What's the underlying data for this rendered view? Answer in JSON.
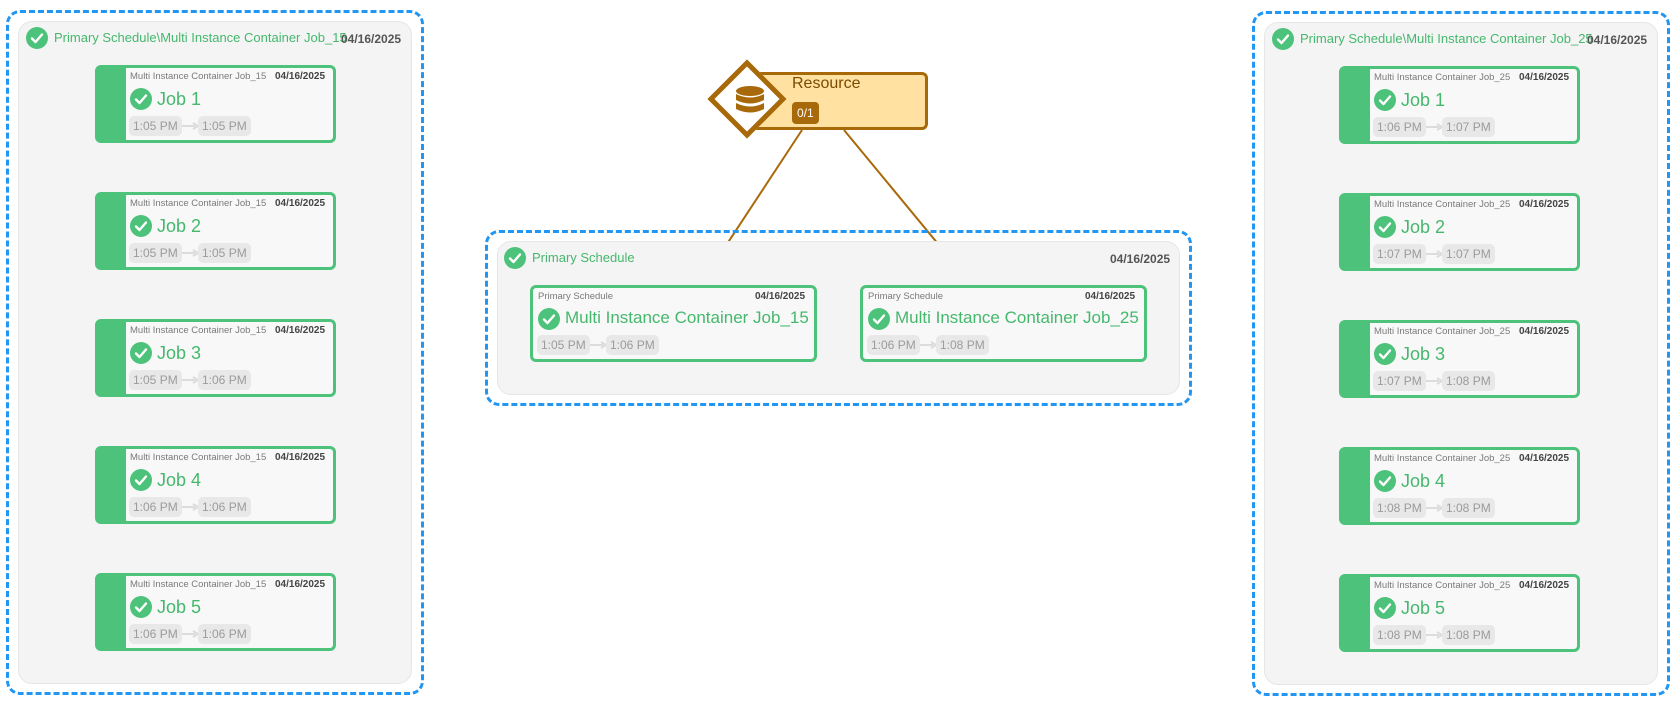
{
  "colors": {
    "success": "#4cc27a",
    "container_border": "#2196f3",
    "resource": "#a8690a",
    "resource_fill": "#ffe2a1"
  },
  "left_container": {
    "title": "Primary Schedule\\Multi Instance Container Job_15",
    "date": "04/16/2025",
    "icon": "check-circle-icon",
    "jobs": [
      {
        "parent": "Multi Instance Container Job_15",
        "date": "04/16/2025",
        "name": "Job 1",
        "start": "1:05 PM",
        "end": "1:05 PM"
      },
      {
        "parent": "Multi Instance Container Job_15",
        "date": "04/16/2025",
        "name": "Job 2",
        "start": "1:05 PM",
        "end": "1:05 PM"
      },
      {
        "parent": "Multi Instance Container Job_15",
        "date": "04/16/2025",
        "name": "Job 3",
        "start": "1:05 PM",
        "end": "1:06 PM"
      },
      {
        "parent": "Multi Instance Container Job_15",
        "date": "04/16/2025",
        "name": "Job 4",
        "start": "1:06 PM",
        "end": "1:06 PM"
      },
      {
        "parent": "Multi Instance Container Job_15",
        "date": "04/16/2025",
        "name": "Job 5",
        "start": "1:06 PM",
        "end": "1:06 PM"
      }
    ]
  },
  "right_container": {
    "title": "Primary Schedule\\Multi Instance Container Job_25",
    "date": "04/16/2025",
    "icon": "check-circle-icon",
    "jobs": [
      {
        "parent": "Multi Instance Container Job_25",
        "date": "04/16/2025",
        "name": "Job 1",
        "start": "1:06 PM",
        "end": "1:07 PM"
      },
      {
        "parent": "Multi Instance Container Job_25",
        "date": "04/16/2025",
        "name": "Job 2",
        "start": "1:07 PM",
        "end": "1:07 PM"
      },
      {
        "parent": "Multi Instance Container Job_25",
        "date": "04/16/2025",
        "name": "Job 3",
        "start": "1:07 PM",
        "end": "1:08 PM"
      },
      {
        "parent": "Multi Instance Container Job_25",
        "date": "04/16/2025",
        "name": "Job 4",
        "start": "1:08 PM",
        "end": "1:08 PM"
      },
      {
        "parent": "Multi Instance Container Job_25",
        "date": "04/16/2025",
        "name": "Job 5",
        "start": "1:08 PM",
        "end": "1:08 PM"
      }
    ]
  },
  "center_container": {
    "title": "Primary Schedule",
    "date": "04/16/2025",
    "icon": "check-circle-icon",
    "jobs": [
      {
        "parent": "Primary Schedule",
        "date": "04/16/2025",
        "name": "Multi Instance Container Job_15",
        "start": "1:05 PM",
        "end": "1:06 PM"
      },
      {
        "parent": "Primary Schedule",
        "date": "04/16/2025",
        "name": "Multi Instance Container Job_25",
        "start": "1:06 PM",
        "end": "1:08 PM"
      }
    ]
  },
  "resource": {
    "name": "Resource",
    "count": "0/1",
    "icon": "database-icon"
  }
}
